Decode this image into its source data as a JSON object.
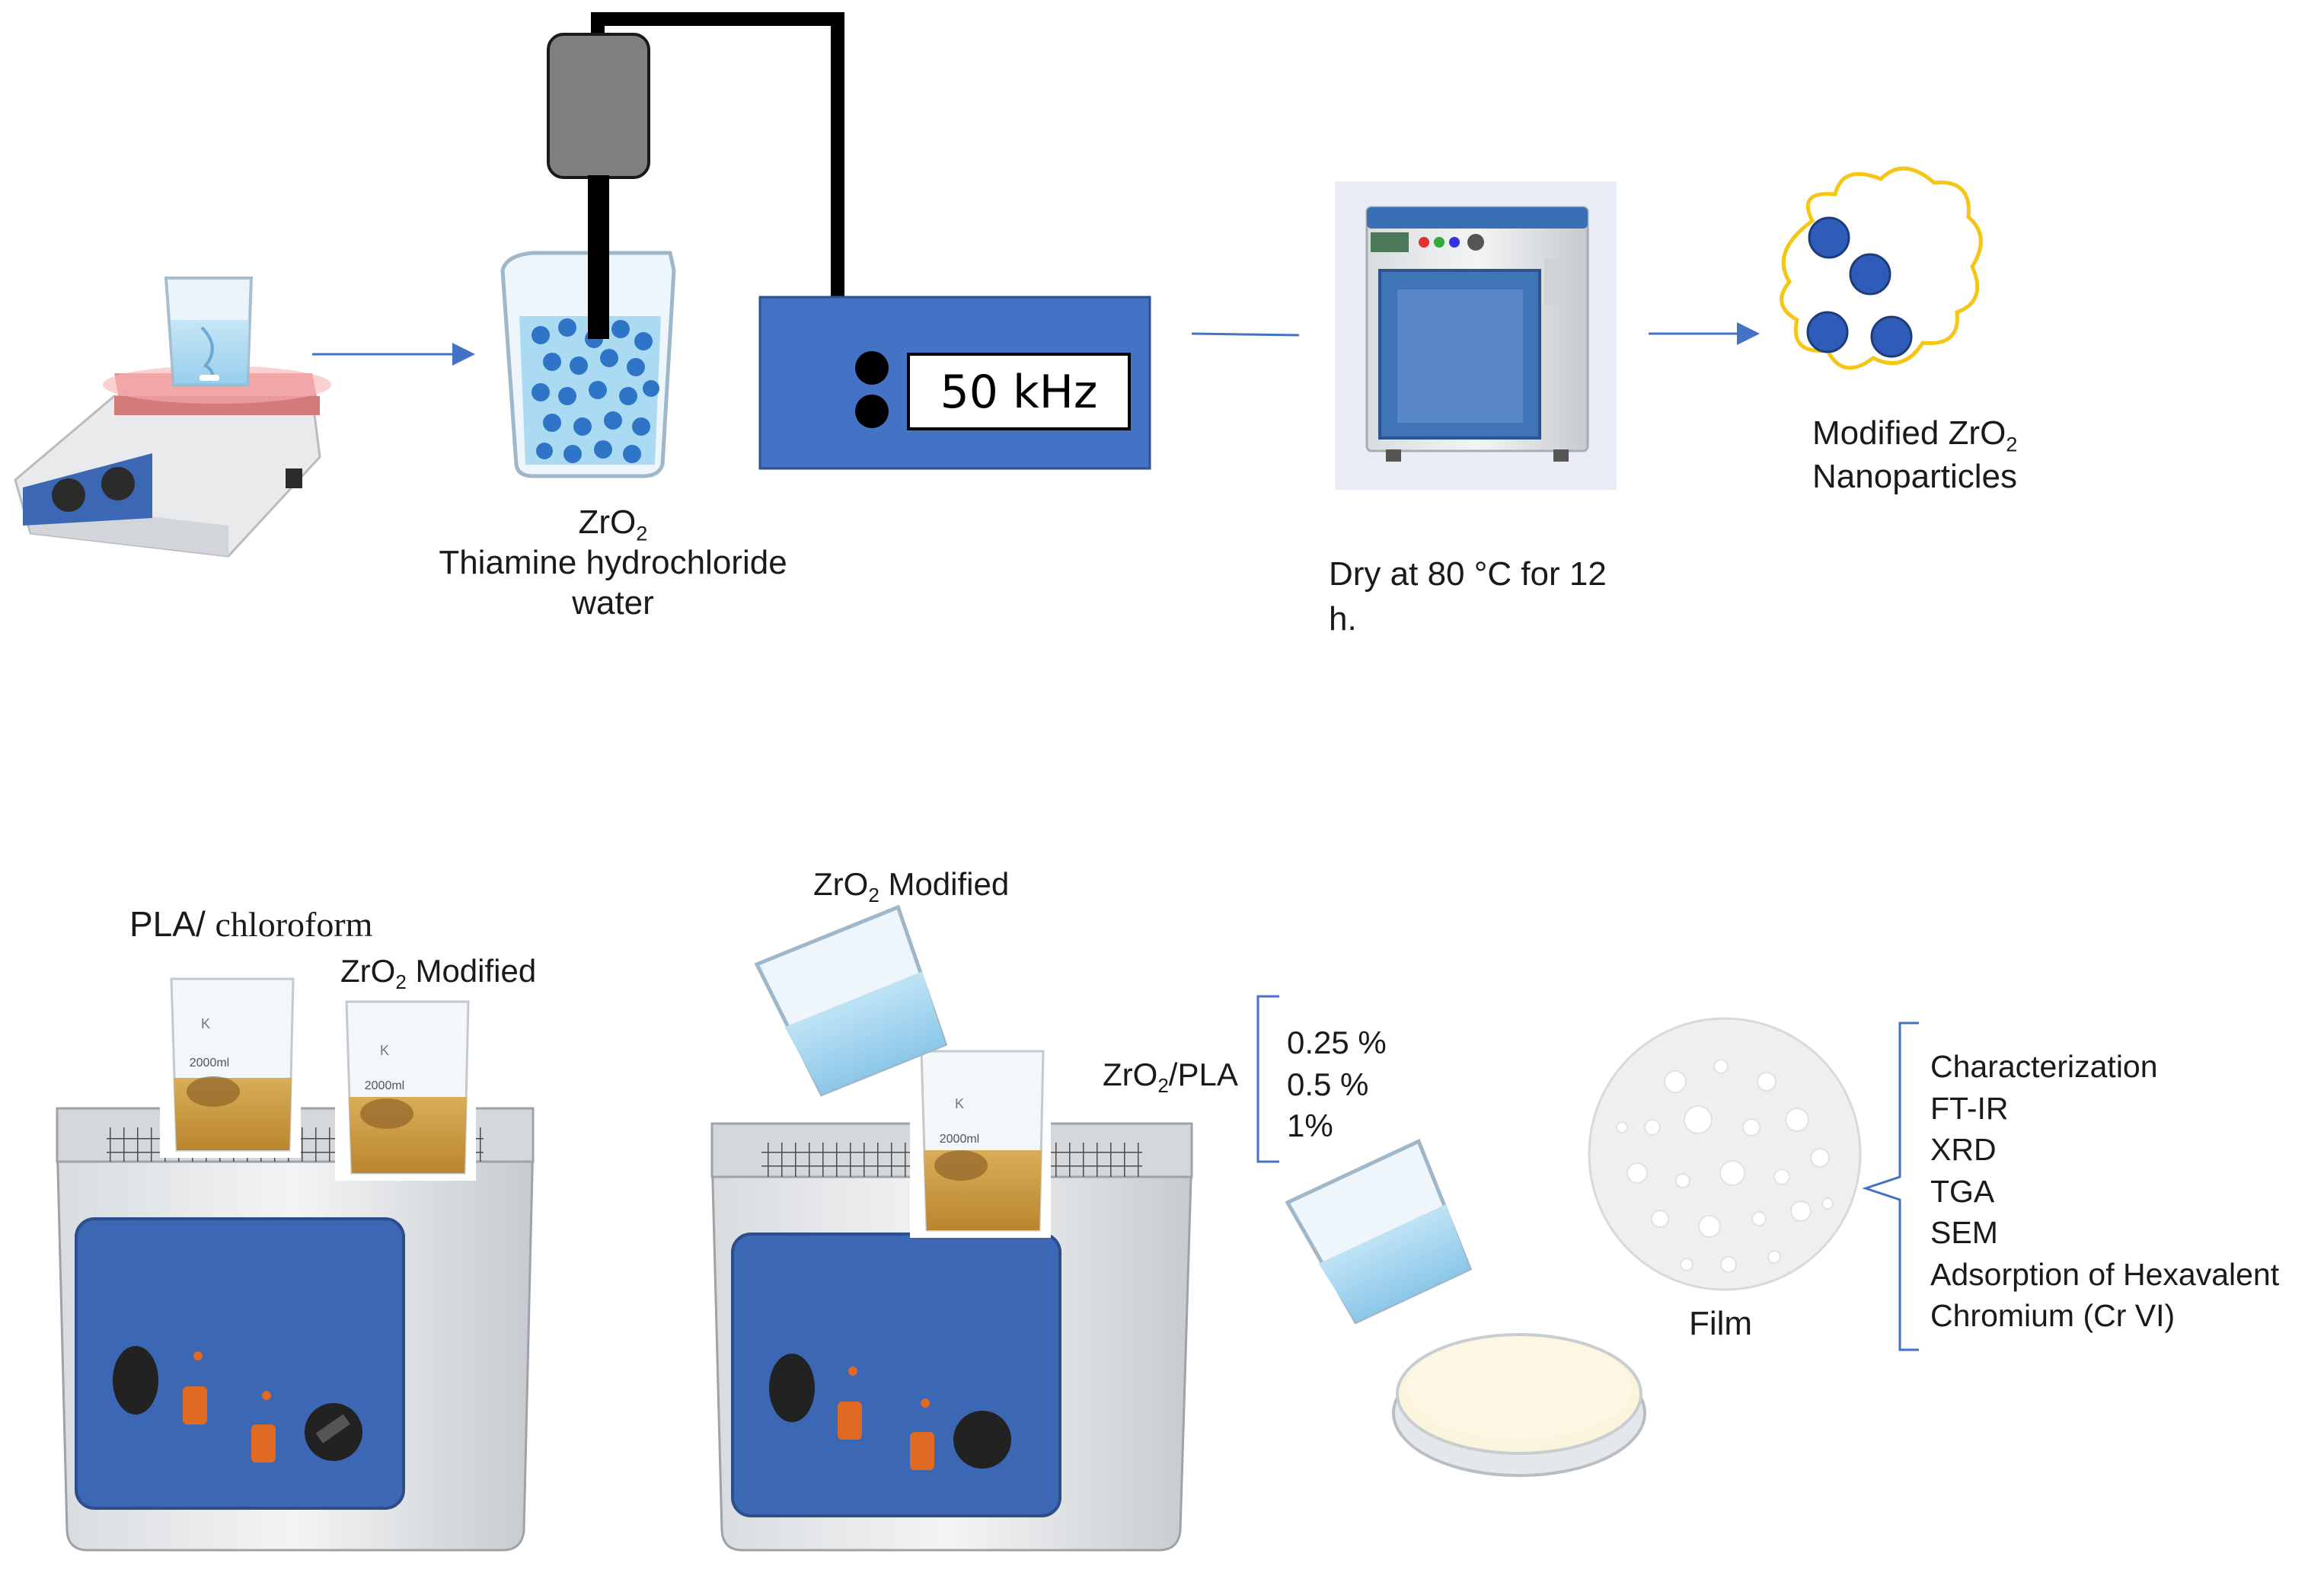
{
  "step1": {
    "reagent_formula": "ZrO",
    "reagent_subscript": "2",
    "reagent_line2": "Thiamine hydrochloride",
    "reagent_line3": "water",
    "frequency": "50 kHz"
  },
  "step2": {
    "dry_line1": "Dry at 80 °C for 12",
    "dry_line2": "h.",
    "product_line1_prefix": "Modified ZrO",
    "product_line1_sub": "2",
    "product_line2": "Nanoparticles"
  },
  "step3": {
    "pla_label_a": "PLA/",
    "pla_label_b": "chloroform",
    "zro2_prefix": "ZrO",
    "zro2_sub": "2",
    "zro2_suffix": " Modified",
    "zro2_modified2_prefix": "ZrO",
    "zro2_modified2_sub": "2",
    "zro2_modified2_suffix": " Modified",
    "composite_prefix": "ZrO",
    "composite_sub": "2",
    "composite_suffix": "/PLA",
    "ratios": [
      "0.25 %",
      "0.5 %",
      "1%"
    ],
    "film_label": "Film",
    "characterization": [
      "Characterization",
      "FT-IR",
      "XRD",
      "TGA",
      "SEM",
      "Adsorption of Hexavalent",
      "Chromium (Cr VI)"
    ],
    "beaker_brand": "K",
    "beaker_volume": "2000ml"
  },
  "colors": {
    "arrow": "#4472c4",
    "generator_blue": "#4472c4",
    "bath_blue": "#3b67b5",
    "particle_blue": "#2e5cb8",
    "cloud_yellow": "#f5c518",
    "solution_amber": "#c89a3a"
  }
}
